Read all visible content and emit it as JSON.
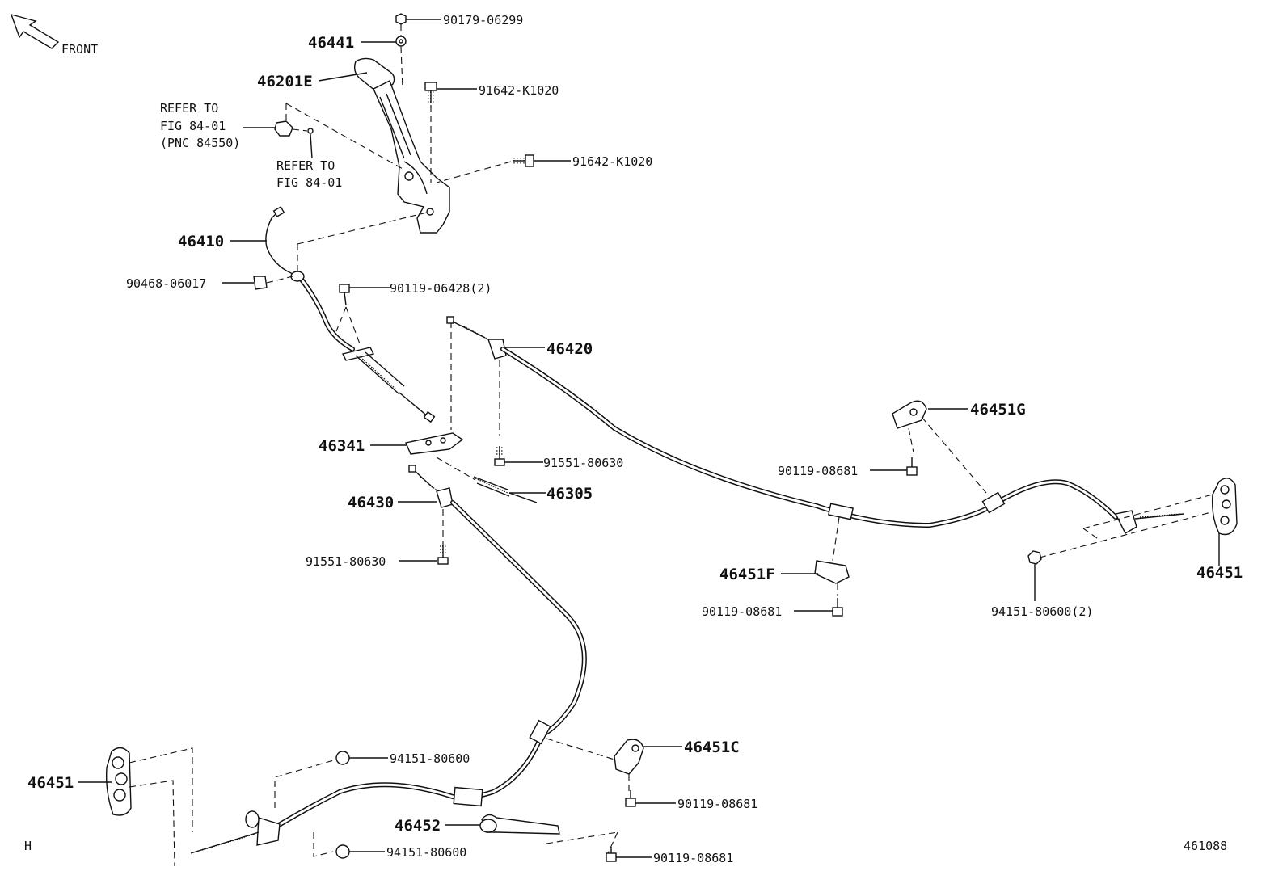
{
  "front_label": "FRONT",
  "corner_mark": "H",
  "figure_number": "461088",
  "refer_notes": {
    "note1": [
      "REFER TO",
      "FIG 84-01",
      "(PNC 84550)"
    ],
    "note2": [
      "REFER TO",
      "FIG 84-01"
    ]
  },
  "callouts": {
    "c01": "90179-06299",
    "c02": "46441",
    "c03": "46201E",
    "c04": "91642-K1020",
    "c05": "91642-K1020",
    "c06": "46410",
    "c07": "90468-06017",
    "c08": "90119-06428(2)",
    "c09": "46420",
    "c10": "46341",
    "c11": "91551-80630",
    "c12": "46305",
    "c13": "46430",
    "c14": "91551-80630",
    "c15": "46451G",
    "c16": "90119-08681",
    "c17": "46451F",
    "c18": "90119-08681",
    "c19": "94151-80600(2)",
    "c20": "46451",
    "c21": "46451C",
    "c22": "90119-08681",
    "c23": "94151-80600",
    "c24": "46451",
    "c25": "46452",
    "c26": "94151-80600",
    "c27": "90119-08681"
  },
  "icons": {
    "front": "front-arrow-icon",
    "lever": "parking-brake-lever-icon",
    "bolt": "bolt-icon",
    "nut": "nut-icon",
    "clip": "clip-icon",
    "backing_plate": "backing-plate-icon",
    "spring": "return-spring-icon",
    "equalizer": "equalizer-icon"
  }
}
